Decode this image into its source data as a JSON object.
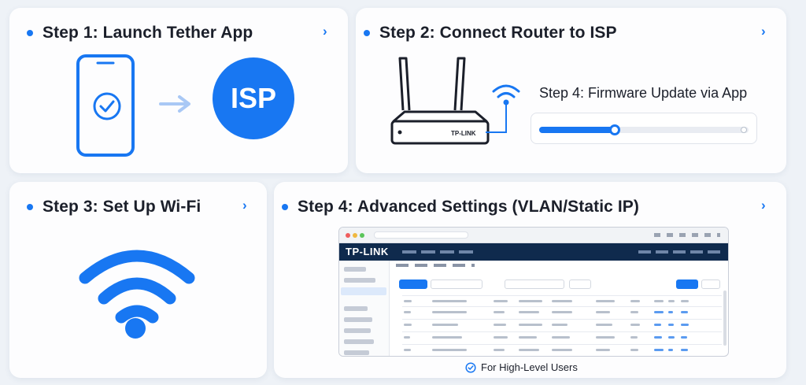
{
  "cards": {
    "step1": {
      "title": "Step 1: Launch Tether App",
      "isp_label": "ISP"
    },
    "step2": {
      "title": "Step 2: Connect Router to ISP",
      "router_brand": "TP-LINK",
      "overlay_title": "Step 4: Firmware Update via App",
      "progress": 0.36
    },
    "step3": {
      "title": "Step 3: Set Up Wi-Fi"
    },
    "step4": {
      "title": "Step 4: Advanced Settings (VLAN/Static IP)",
      "dashboard_brand": "TP-LINK",
      "footer": "For High-Level Users"
    }
  },
  "icons": {
    "chevron": "›",
    "phone": "phone-icon",
    "check": "check-circle-icon",
    "arrow": "arrow-right-icon",
    "router": "router-icon",
    "wifi": "wifi-icon"
  },
  "colors": {
    "accent": "#1877f2",
    "navy": "#0f2a4d"
  }
}
